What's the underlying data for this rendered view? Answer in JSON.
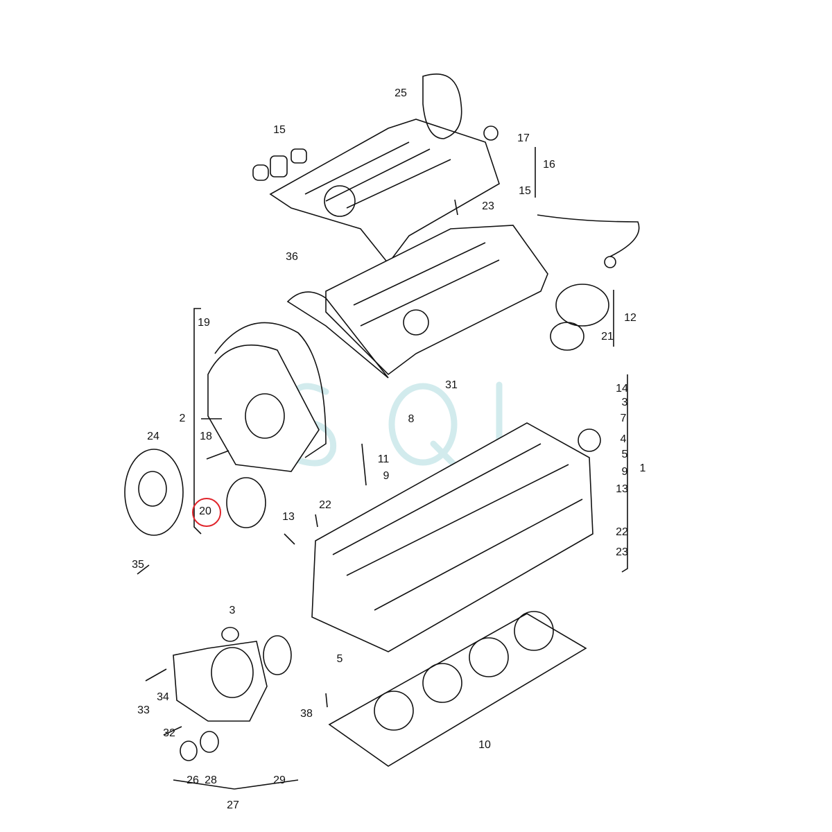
{
  "watermark": "SQL",
  "highlight_color": "#e0242b",
  "highlighted_part": "20",
  "labels": [
    "25",
    "15",
    "17",
    "16",
    "15",
    "23",
    "36",
    "12",
    "21",
    "19",
    "14",
    "3",
    "7",
    "4",
    "5",
    "9",
    "1",
    "13",
    "22",
    "23",
    "31",
    "8",
    "11",
    "9",
    "2",
    "24",
    "18",
    "20",
    "22",
    "13",
    "35",
    "3",
    "5",
    "34",
    "33",
    "38",
    "32",
    "10",
    "26",
    "28",
    "29",
    "27"
  ]
}
